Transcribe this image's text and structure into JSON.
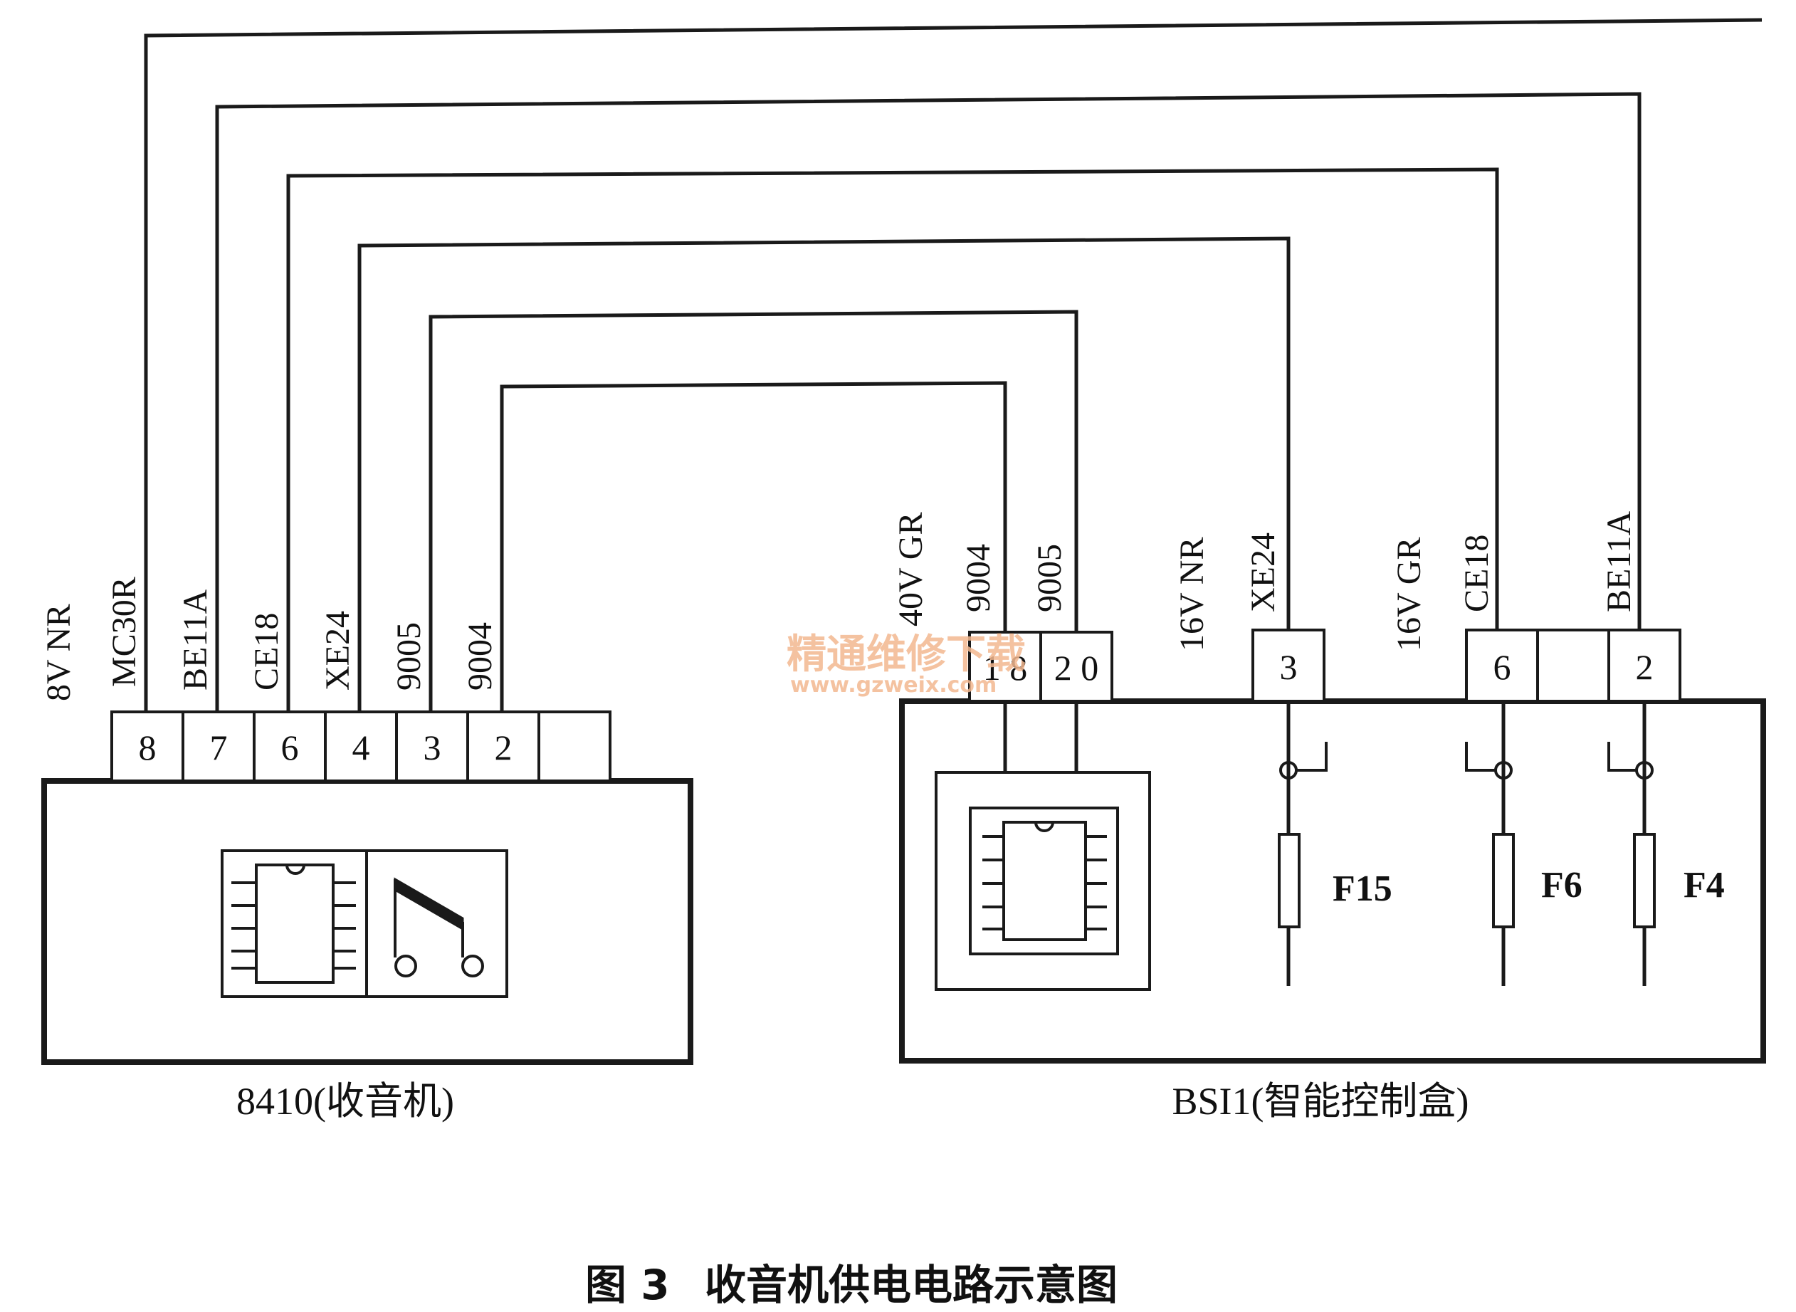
{
  "left_module": {
    "name": "8410(收音机)",
    "pins": [
      "8",
      "7",
      "6",
      "4",
      "3",
      "2"
    ],
    "wire_labels": [
      "8V  NR",
      "MC30R",
      "BE11A",
      "CE18",
      "XE24",
      "9005",
      "9004"
    ]
  },
  "right_module": {
    "name": "BSI1(智能控制盒)",
    "connector_40v": {
      "label": "40V GR",
      "pins": [
        "1 8",
        "2 0"
      ],
      "wire_labels": [
        "9004",
        "9005"
      ]
    },
    "connector_16v_nr": {
      "label": "16V  NR",
      "pin": "3",
      "wire_label": "XE24"
    },
    "connector_16v_gr": {
      "label": "16V GR",
      "pins": [
        "6",
        "2"
      ],
      "wire_labels": [
        "CE18",
        "BE11A"
      ]
    },
    "fuses": [
      "F15",
      "F6",
      "F4"
    ]
  },
  "watermark": {
    "text": "精通维修下载",
    "url": "www.gzweix.com"
  },
  "figure": {
    "number": "图 3",
    "caption": "收音机供电电路示意图"
  }
}
